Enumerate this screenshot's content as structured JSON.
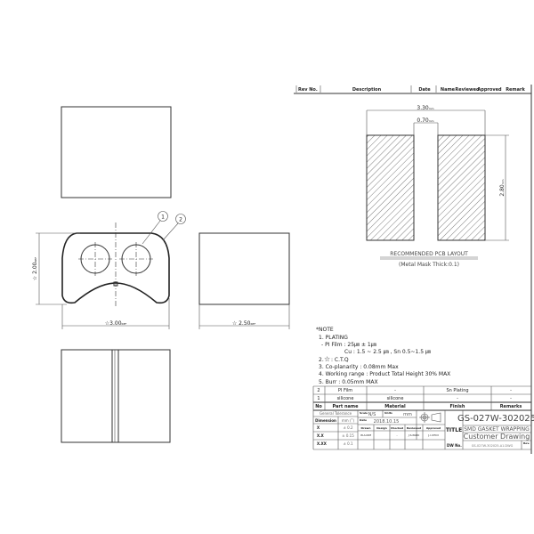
{
  "revision_header": [
    "Rev No.",
    "Description",
    "Date",
    "Name",
    "Reviewed",
    "Approved",
    "Remark"
  ],
  "views": {
    "front": {
      "height_dim": "2.00",
      "width_dim": "3.00",
      "balloons": [
        "1",
        "2"
      ]
    },
    "side": {
      "width_dim": "2.50"
    },
    "dim_suffix": "REF"
  },
  "pcb": {
    "width_dim": "3.30",
    "gap_dim": "0.70",
    "height_dim": "2.80",
    "unit_suffix": "mm",
    "title": "RECOMMENDED PCB LAYOUT",
    "subtitle": "(Metal Mask Thick:0.1)"
  },
  "notes": {
    "heading": "*NOTE",
    "lines": [
      "1. PLATING",
      "- PI Film : 25㎛ ± 1㎛",
      "Cu : 1.5 ~ 2.5 ㎛ , Sn 0.5~1.5 ㎛",
      "2.",
      ": C.T.Q",
      "3. Co-planarity : 0.08mm  Max",
      "4. Working range  :  Product Total Height  30% MAX",
      "5. Burr : 0.05mm MAX"
    ]
  },
  "parts_table": {
    "rows": [
      [
        "2",
        "PI Film",
        "-",
        "Sn Plating",
        "-"
      ],
      [
        "1",
        "silicone",
        "silicone",
        "-",
        "-"
      ]
    ],
    "header": [
      "No",
      "Part name",
      "Material",
      "Finish",
      "Remarks"
    ]
  },
  "title_block": {
    "general_tolerance": "General Tolerance",
    "dimension": "Dimension",
    "unit_col": "mm (˚)",
    "tolerances": [
      [
        "X",
        "± 0.2"
      ],
      [
        "X.X",
        "± 0.15"
      ],
      [
        "X.XX",
        "± 0.1"
      ]
    ],
    "scale_label": "Scale",
    "scale": "N/S",
    "units_label": "Units",
    "units": "mm",
    "date_label": "Date",
    "date": "2018.10.15",
    "sign_header": [
      "Drawn",
      "Design",
      "Checked",
      "Reviewed",
      "Approved"
    ],
    "sign_values": [
      "W.A.KIM",
      "-",
      "J.S.PARK",
      "J.I.CHOI",
      ""
    ],
    "title_label": "TITLE",
    "part_number": "GS-027W-302025",
    "part_name": "SMD GASKET WRAPPING",
    "drawing_type": "Customer Drawing",
    "dwg_no_label": "DW No.",
    "dwg_no": "GS-027W-302025-A1.DWG",
    "rev_label": "Rev."
  }
}
